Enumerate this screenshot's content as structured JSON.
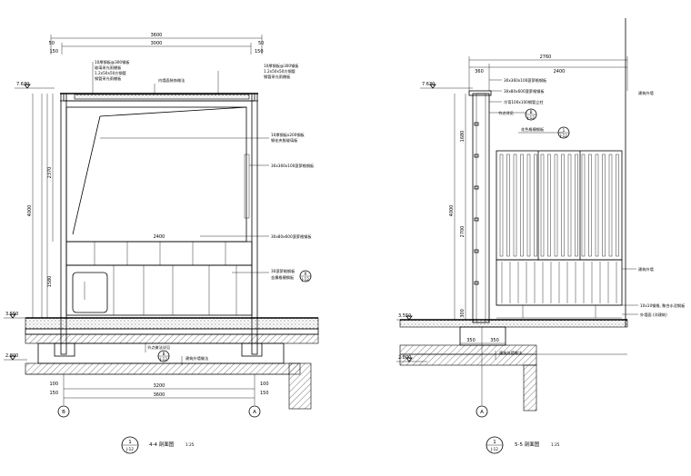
{
  "left_section": {
    "title": "4-4 剖面图",
    "scale": "1:25",
    "symbol_num": "1",
    "symbol_ref": "J-12",
    "dims_top": {
      "overall": "3600",
      "inner": "3000",
      "left_a": "50",
      "left_b": "150",
      "right_a": "50",
      "right_b": "150"
    },
    "dims_bottom": {
      "inner": "3200",
      "overall": "3600",
      "left": "100",
      "right": "100",
      "left_b": "150",
      "right_b": "150"
    },
    "dims_left": {
      "total": "4000",
      "upper": "2370",
      "lower": "1580"
    },
    "levels": {
      "top": "7.630",
      "ground": "3.550",
      "base": "2.800"
    },
    "axes": [
      "B",
      "A"
    ],
    "mid_dim": "2400",
    "notes": [
      "10厚钢板@300钢板",
      "玻璃采光雨棚板",
      "1.2x50x50方钢管",
      "钢管采光雨棚板",
      "内墙面装饰做法",
      "10厚钢板x200钢板",
      "钢化夹胶玻璃板",
      "30x360x100菠萝格钢板",
      "30x80x600菠萝格钢板",
      "30菠萝格钢板",
      "金属格栅钢板",
      "节点做法详见",
      "建筑外墙做法"
    ],
    "callouts": [
      {
        "num": "R",
        "ref": "J-12"
      },
      {
        "num": "B",
        "ref": "J-12"
      }
    ]
  },
  "right_section": {
    "title": "5-5 剖面图",
    "scale": "1:25",
    "symbol_num": "1",
    "symbol_ref": "J-12",
    "dims_top": {
      "overall": "2760",
      "left": "360",
      "right": "2400"
    },
    "dims_bottom": {
      "left": "350",
      "right": "350"
    },
    "dims_left": {
      "total": "4000",
      "upper": "1680",
      "mid": "2700",
      "lower": "300"
    },
    "levels": {
      "top": "7.630",
      "ground": "3.550",
      "base": "2.800"
    },
    "axes": [
      "A"
    ],
    "notes": [
      "30x360x100菠萝格钢板",
      "30x80x600菠萝格钢板",
      "冷弯100x100钢管立柱",
      "节点详见",
      "花色格栅钢板",
      "建筑外墙",
      "10x10钢格, 聚合水泥钢板",
      "外墙面 (详建筑)",
      "建筑外墙做法"
    ],
    "callouts": [
      {
        "num": "B",
        "ref": "J-12"
      },
      {
        "num": "1",
        "ref": "J-12"
      }
    ]
  }
}
